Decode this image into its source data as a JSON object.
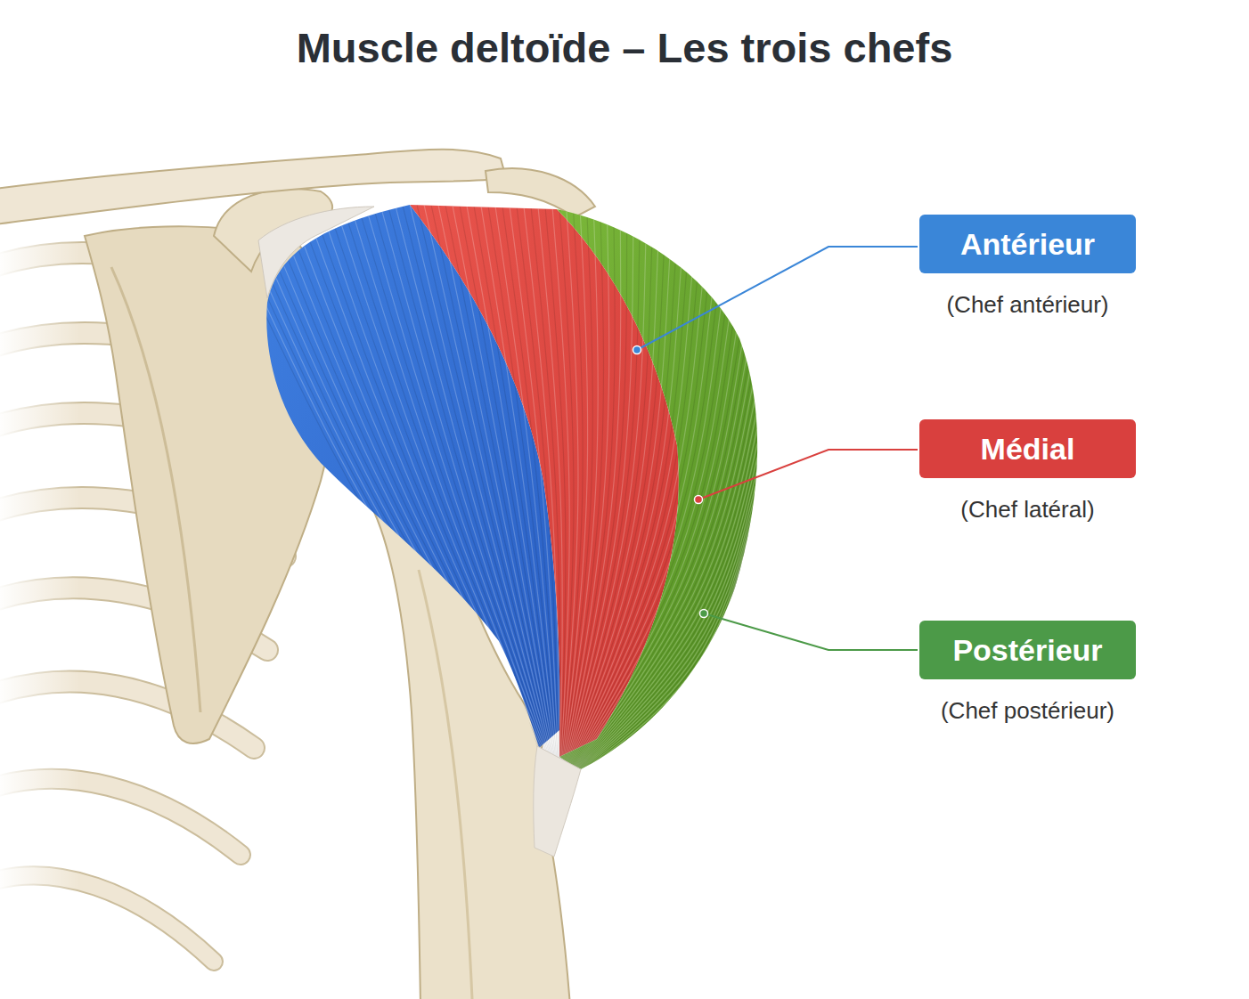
{
  "diagram": {
    "title": "Muscle deltoïde – Les trois chefs",
    "nodes": [
      {
        "text": [
          "Antérieur",
          "(Chef antérieur)"
        ]
      },
      {
        "text": [
          "Médial",
          "(Chef latéral)"
        ]
      },
      {
        "text": [
          "Postérieur",
          "(Chef postérieur)"
        ]
      }
    ]
  }
}
